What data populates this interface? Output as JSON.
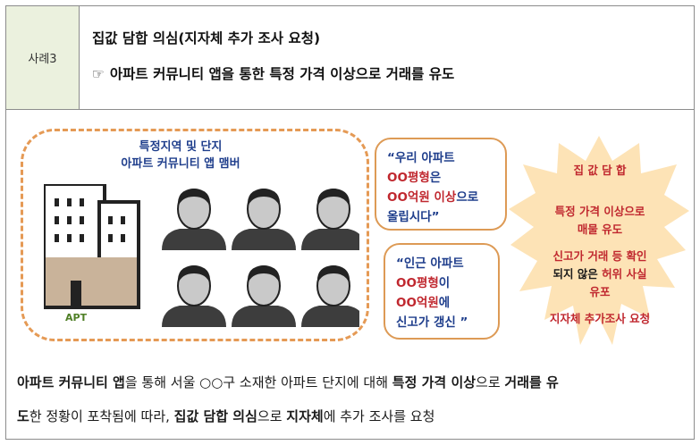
{
  "case": {
    "label": "사례3"
  },
  "header": {
    "title": "집값 담합 의심(지자체 추가 조사 요청)",
    "pointer_icon": "☞",
    "subtitle": "아파트 커뮤니티 앱을 통한 특정 가격 이상으로 거래를 유도"
  },
  "illustration": {
    "group_title_1": "특정지역 및 단지",
    "group_title_2": "아파트 커뮤니티 앱 맴버",
    "apt_label": "APT",
    "bubble1": {
      "line1": "“우리 아파트",
      "line2_red": "OO평형",
      "line2_rest": "은",
      "line3_red": "OO억원 이상",
      "line3_rest": "으로",
      "line4": "올립시다”"
    },
    "bubble2": {
      "line1": "“인근 아파트",
      "line2_red": "OO평형",
      "line2_rest": "이",
      "line3_red": "OO억원",
      "line3_rest": "에",
      "line4": "신고가 갱신 ”"
    },
    "burst": {
      "title": "집 값 담 합",
      "line2": "특정 가격 이상으로",
      "line3": "매물 유도",
      "line4": "신고가 거래 등 확인",
      "line5_dark": "되지 않은 ",
      "line5_red": "허위 사실",
      "line6": "유포",
      "line7": "지자체 추가조사 요청"
    }
  },
  "description": {
    "p1_b1": "아파트 커뮤니티 앱",
    "p1_t1": "을 통해 서울 ○○구 소재한 아파트 단지에 대해 ",
    "p1_b2": "특정 가격 이상",
    "p1_t2": "으로 ",
    "p1_b3": "거래를 유",
    "p2_b1": "도",
    "p2_t1": "한 정황이 포착됨에 따라, ",
    "p2_b2": "집값 담합 의심",
    "p2_t2": "으로 ",
    "p2_b3": "지자체",
    "p2_t3": "에 추가 조사를 요청"
  },
  "colors": {
    "label_bg": "#ebf1de",
    "bubble_border": "#e59a55",
    "navy": "#1f3e8c",
    "red": "#c0282f",
    "burst": "#fde3b6"
  }
}
